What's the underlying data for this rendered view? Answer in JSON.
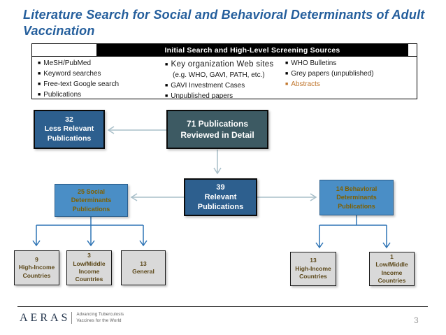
{
  "slide": {
    "title": "Literature Search for Social and Behavioral Determinants of Adult\nVaccination",
    "page_number": "3"
  },
  "sources_table": {
    "header": "Initial Search and High-Level Screening Sources",
    "column1": {
      "items": [
        "MeSH/PubMed",
        "Keyword searches",
        "Free-text Google search",
        "Publications"
      ]
    },
    "column2": {
      "item1_main": "Key organization Web sites",
      "item1_sub": "(e.g. WHO, GAVI, PATH, etc.)",
      "items": [
        "GAVI Investment Cases",
        "Unpublished papers"
      ]
    },
    "column3": {
      "items": [
        "WHO Bulletins",
        "Grey papers (unpublished)"
      ],
      "highlight_item": "Abstracts"
    }
  },
  "diagram": {
    "reviewed": "71 Publications\nReviewed in Detail",
    "less_relevant": "32\nLess Relevant\nPublications",
    "relevant": "39\nRelevant\nPublications",
    "social": "25 Social\nDeterminants\nPublications",
    "behavioral": "14 Behavioral\nDeterminants\nPublications",
    "social_high_income": "9\nHigh-Income\nCountries",
    "social_low_middle": "3\nLow/Middle\nIncome\nCountries",
    "social_general": "13\nGeneral",
    "behavioral_high_income": "13\nHigh-Income\nCountries",
    "behavioral_low_middle": "1\nLow/Middle\nIncome\nCountries"
  },
  "footer": {
    "logo_text": "AERAS",
    "tagline_line1": "Advancing Tuberculosis",
    "tagline_line2": "Vaccines for the World"
  },
  "colors": {
    "title_blue": "#245E9C",
    "navy_box": "#2D5F8E",
    "slate_box": "#3D5A63",
    "blue_box": "#4A8EC6",
    "blue_box_text": "#7F6000",
    "gray_box": "#D9D9D9",
    "gray_box_text": "#5B4718",
    "connector_light": "#A9BFC9",
    "connector_blue": "#2E74B5",
    "abstracts_orange": "#C0762C"
  }
}
